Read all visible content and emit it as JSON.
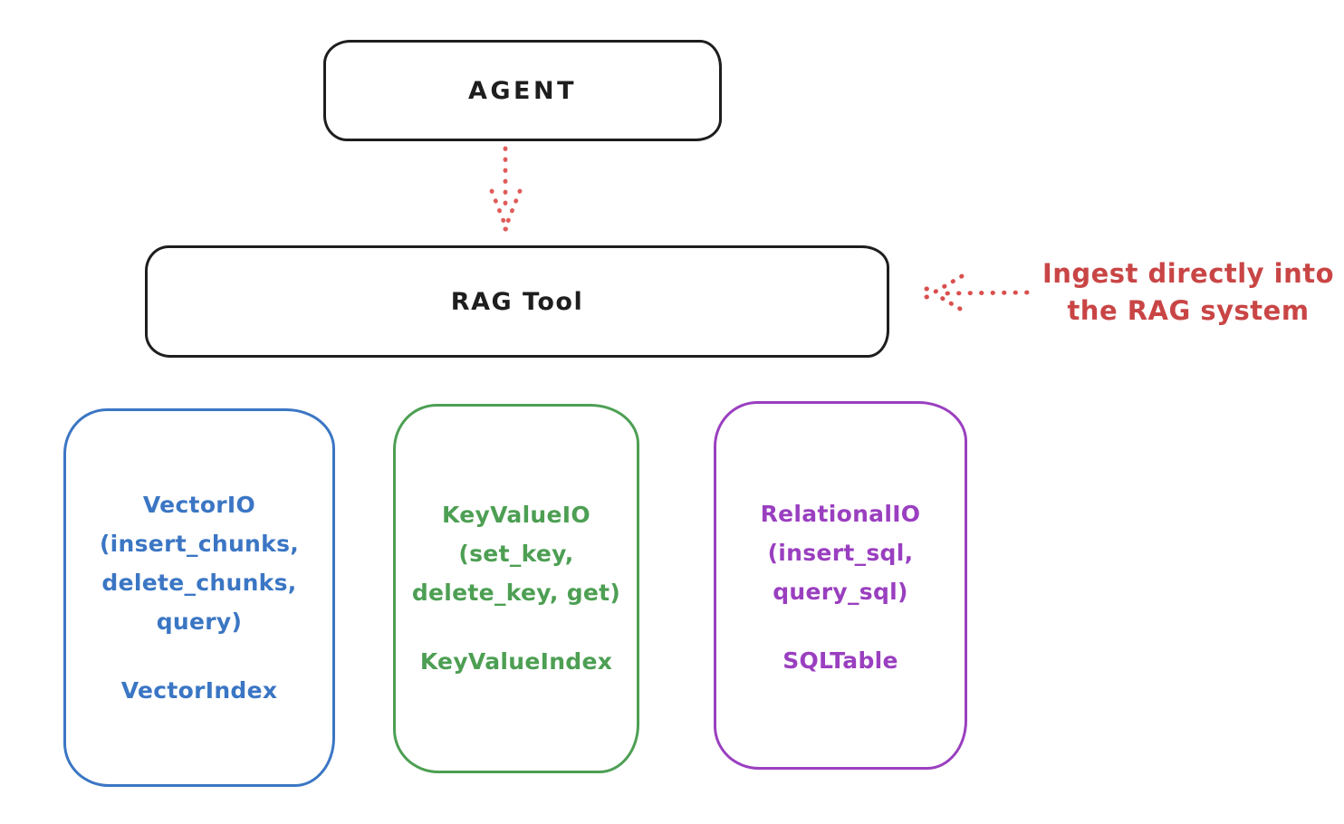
{
  "canvas": {
    "background": "#ffffff",
    "node_stroke": "#1e1e1e"
  },
  "nodes": {
    "agent": {
      "label": "AGENT"
    },
    "rag_tool": {
      "label": "RAG Tool"
    }
  },
  "annotation": {
    "line1": "Ingest directly into",
    "line2": "the RAG system",
    "color": "#c94545"
  },
  "arrows": [
    {
      "name": "agent-to-rag-tool",
      "style": "dotted",
      "direction": "down",
      "color": "#e05c5a"
    },
    {
      "name": "ingest-into-rag-tool",
      "style": "dotted",
      "direction": "left",
      "color": "#d94f4d"
    }
  ],
  "backends": [
    {
      "title": "VectorIO",
      "params": [
        "(insert_chunks,",
        "delete_chunks,",
        "query)"
      ],
      "index": "VectorIndex",
      "color": "#3b76c4"
    },
    {
      "title": "KeyValueIO",
      "params": [
        "(set_key,",
        "delete_key, get)"
      ],
      "index": "KeyValueIndex",
      "color": "#4d9f53"
    },
    {
      "title": "RelationalIO",
      "params": [
        "(insert_sql,",
        "query_sql)"
      ],
      "index": "SQLTable",
      "color": "#9a3fc0"
    }
  ]
}
